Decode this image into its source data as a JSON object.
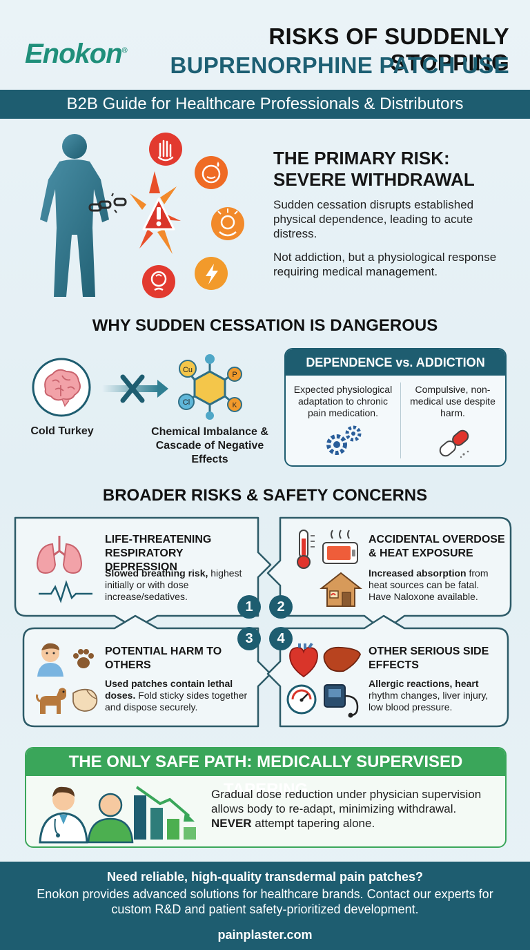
{
  "brand": {
    "logo": "Enokon",
    "trademark": "®"
  },
  "header": {
    "title_line1": "RISKS OF SUDDENLY STOPPING",
    "title_line2": "BUPRENORPHINE PATCH USE",
    "subtitle": "B2B Guide for Healthcare Professionals & Distributors"
  },
  "primary_risk": {
    "title_line1": "THE PRIMARY RISK:",
    "title_line2": "SEVERE WITHDRAWAL",
    "text1": "Sudden cessation disrupts established physical dependence, leading to acute distress.",
    "text2": "Not addiction, but a physiological response requiring medical management."
  },
  "why": {
    "title": "WHY SUDDEN CESSATION IS DANGEROUS",
    "cold_label": "Cold Turkey",
    "chem_label": "Chemical Imbalance & Cascade of Negative Effects",
    "molecule_labels": [
      "Cu",
      "P",
      "Cl",
      "K"
    ],
    "dependence": {
      "header": "DEPENDENCE vs. ADDICTION",
      "left": "Expected physiological adaptation to chronic pain medication.",
      "right": "Compulsive, non-medical use despite harm."
    }
  },
  "broader": {
    "title": "BROADER RISKS & SAFETY CONCERNS",
    "q1": {
      "num": "1",
      "title": "LIFE-THREATENING RESPIRATORY DEPRESSION",
      "bold": "Slowed breathing risk,",
      "text": " highest initially or with dose increase/sedatives."
    },
    "q2": {
      "num": "2",
      "title": "ACCIDENTAL OVERDOSE & HEAT EXPOSURE",
      "bold": "Increased absorption",
      "text": " from heat sources can be fatal. Have Naloxone available."
    },
    "q3": {
      "num": "3",
      "title": "POTENTIAL HARM TO OTHERS",
      "bold": "Used patches contain lethal doses.",
      "text": " Fold sticky sides together and dispose securely."
    },
    "q4": {
      "num": "4",
      "title": "OTHER SERIOUS SIDE EFFECTS",
      "bold": "Allergic reactions, heart",
      "text": " rhythm changes, liver injury, low blood pressure."
    }
  },
  "tapering": {
    "header": "THE ONLY SAFE PATH: MEDICALLY SUPERVISED TAPERING",
    "text": "Gradual dose reduction under physician supervision allows body to re-adapt, minimizing withdrawal.",
    "never": "NEVER",
    "never_rest": " attempt tapering alone."
  },
  "footer": {
    "line1": "Need reliable, high-quality transdermal pain patches?",
    "line2": "Enokon provides advanced solutions for healthcare brands. Contact our experts for custom R&D and patient safety-prioritized development.",
    "url": "painplaster.com"
  },
  "colors": {
    "teal": "#1e5d70",
    "green": "#3aa65a",
    "red": "#d9352a",
    "orange": "#ef7d22",
    "logo": "#1f8f7a"
  }
}
